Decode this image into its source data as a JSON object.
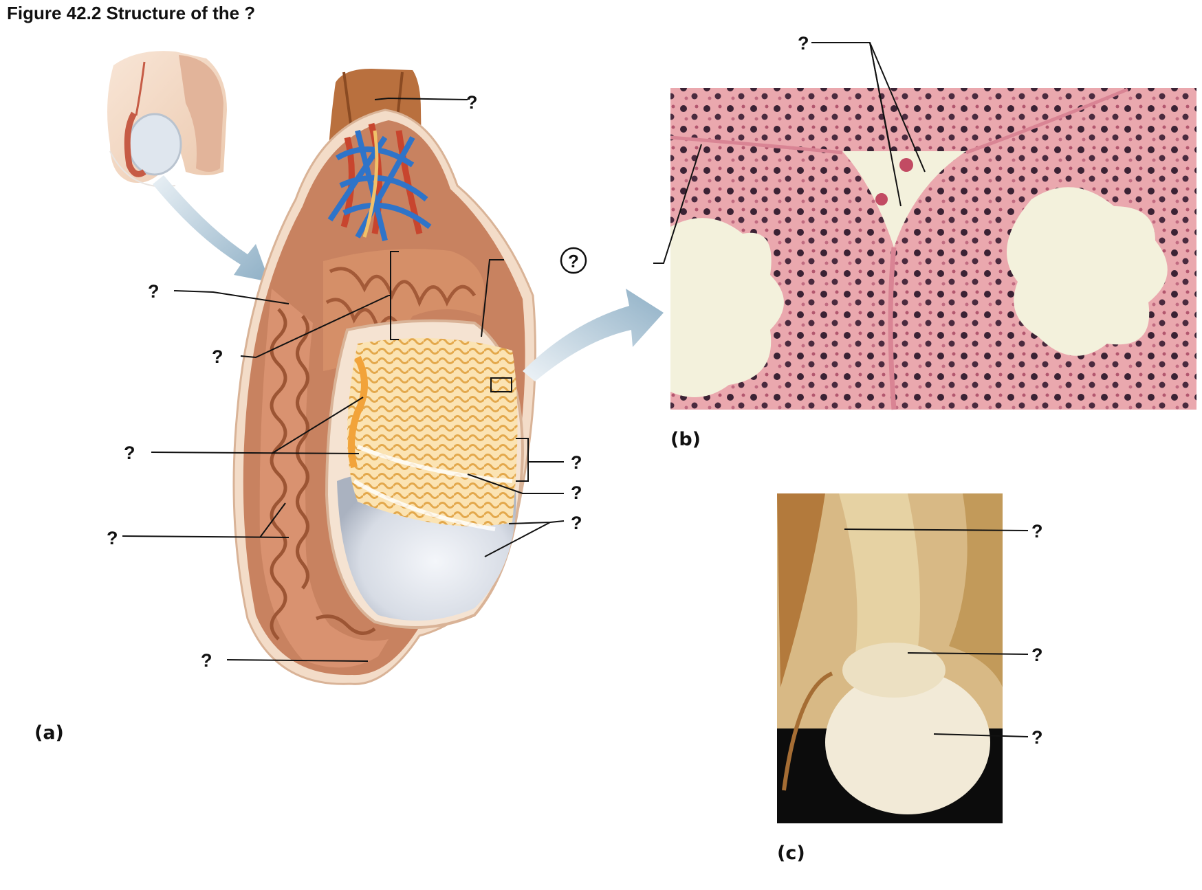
{
  "figure": {
    "title": "Figure 42.2  Structure of the ?",
    "circled_mark": "?"
  },
  "panels": {
    "a": "(a)",
    "b": "(b)",
    "c": "(c)"
  },
  "labels": {
    "a_top": "?",
    "a_left_1": "?",
    "a_left_2": "?",
    "a_left_3": "?",
    "a_left_4": "?",
    "a_bottom": "?",
    "a_right_1": "?",
    "a_right_2": "?",
    "a_right_3": "?",
    "b_top": "?",
    "c_1": "?",
    "c_2": "?",
    "c_3": "?"
  },
  "colors": {
    "epididymis": "#c9805a",
    "tubules": "#f0c169",
    "tunica": "#dfe3ea",
    "veins": "#2f74c9",
    "arteries": "#c8452e",
    "histology_bg": "#e9a7ad",
    "photo_bg": "#d8b985"
  }
}
